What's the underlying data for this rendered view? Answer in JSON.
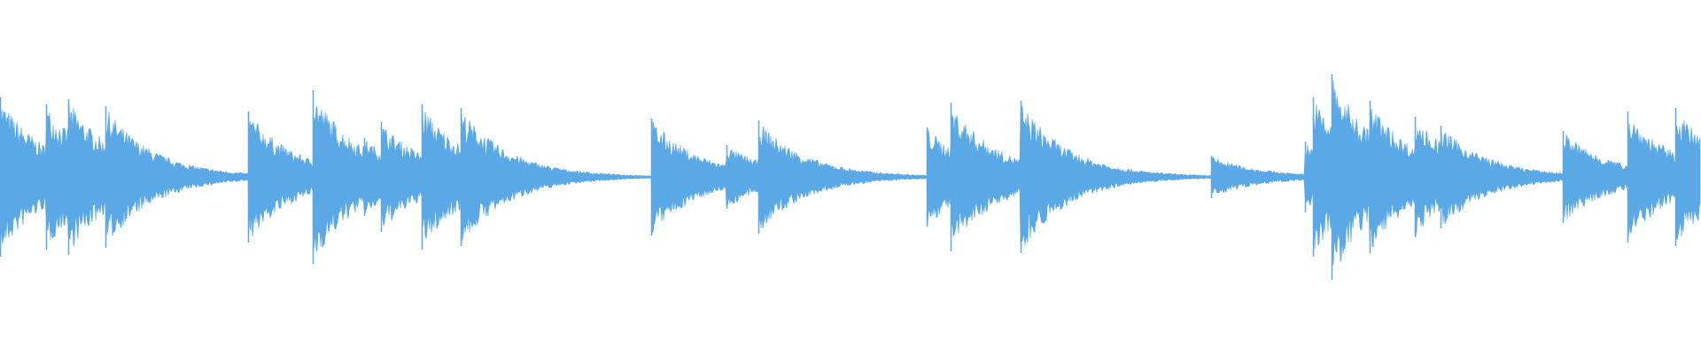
{
  "waveform": {
    "color": "#5aa8e6",
    "background": "#ffffff",
    "baseline_level": 0.005,
    "onsets": [
      {
        "time": 0.0,
        "amplitude": 0.45
      },
      {
        "time": 0.027,
        "amplitude": 0.41
      },
      {
        "time": 0.04,
        "amplitude": 0.44
      },
      {
        "time": 0.062,
        "amplitude": 0.4
      },
      {
        "time": 0.146,
        "amplitude": 0.37
      },
      {
        "time": 0.184,
        "amplitude": 0.49
      },
      {
        "time": 0.214,
        "amplitude": 0.22
      },
      {
        "time": 0.224,
        "amplitude": 0.31
      },
      {
        "time": 0.248,
        "amplitude": 0.41
      },
      {
        "time": 0.271,
        "amplitude": 0.39
      },
      {
        "time": 0.383,
        "amplitude": 0.33
      },
      {
        "time": 0.427,
        "amplitude": 0.18
      },
      {
        "time": 0.446,
        "amplitude": 0.32
      },
      {
        "time": 0.545,
        "amplitude": 0.28
      },
      {
        "time": 0.559,
        "amplitude": 0.42
      },
      {
        "time": 0.6,
        "amplitude": 0.43
      },
      {
        "time": 0.712,
        "amplitude": 0.12
      },
      {
        "time": 0.767,
        "amplitude": 0.2
      },
      {
        "time": 0.772,
        "amplitude": 0.45
      },
      {
        "time": 0.783,
        "amplitude": 0.58
      },
      {
        "time": 0.805,
        "amplitude": 0.43
      },
      {
        "time": 0.832,
        "amplitude": 0.34
      },
      {
        "time": 0.847,
        "amplitude": 0.29
      },
      {
        "time": 0.919,
        "amplitude": 0.26
      },
      {
        "time": 0.957,
        "amplitude": 0.37
      },
      {
        "time": 0.985,
        "amplitude": 0.39
      }
    ]
  }
}
